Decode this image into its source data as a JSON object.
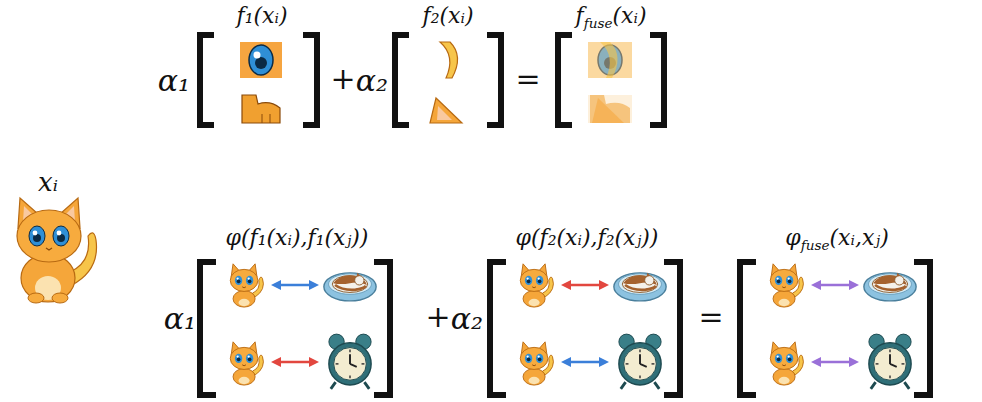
{
  "diagram": {
    "labels": [
      "f₁(xᵢ)",
      "f₂(xᵢ)",
      "f",
      "fuse",
      "(xᵢ)",
      "α₁",
      "+",
      "α₂",
      "=",
      "xᵢ",
      "φ(f₁(xᵢ),f₁(xⱼ))",
      "φ(f₂(xᵢ),f₂(xⱼ))",
      "φ",
      "fuse",
      "(xᵢ,xⱼ)",
      "α₁",
      "+",
      "α₂",
      "="
    ]
  }
}
